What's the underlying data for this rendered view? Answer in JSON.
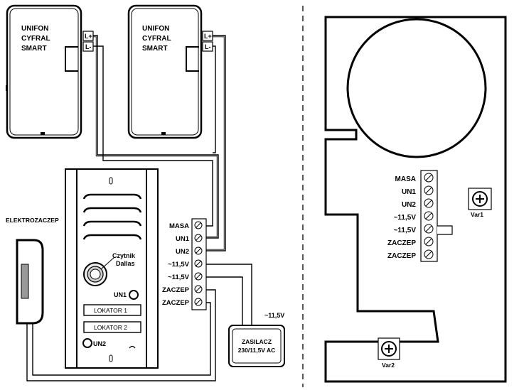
{
  "handsets": [
    {
      "brand_l1": "UNIFON",
      "brand_l2": "CYFRAL",
      "brand_l3": "SMART",
      "term_plus": "L+",
      "term_minus": "L-"
    },
    {
      "brand_l1": "UNIFON",
      "brand_l2": "CYFRAL",
      "brand_l3": "SMART",
      "term_plus": "L+",
      "term_minus": "L-"
    }
  ],
  "lock": {
    "label": "ELEKTROZACZEP"
  },
  "panel": {
    "reader_line1": "Czytnik",
    "reader_line2": "Dallas",
    "un1": "UN1",
    "locator1": "LOKATOR 1",
    "locator2": "LOKATOR 2",
    "un2": "UN2"
  },
  "left_terminals": [
    "MASA",
    "UN1",
    "UN2",
    "~11,5V",
    "~11,5V",
    "ZACZEP",
    "ZACZEP"
  ],
  "psu": {
    "line1": "ZASILACZ",
    "line2": "230/11,5V AC",
    "output_label": "~11,5V"
  },
  "board": {
    "terminals": [
      "MASA",
      "UN1",
      "UN2",
      "~11,5V",
      "~11,5V",
      "ZACZEP",
      "ZACZEP"
    ],
    "var1": "Var1",
    "var2": "Var2"
  }
}
